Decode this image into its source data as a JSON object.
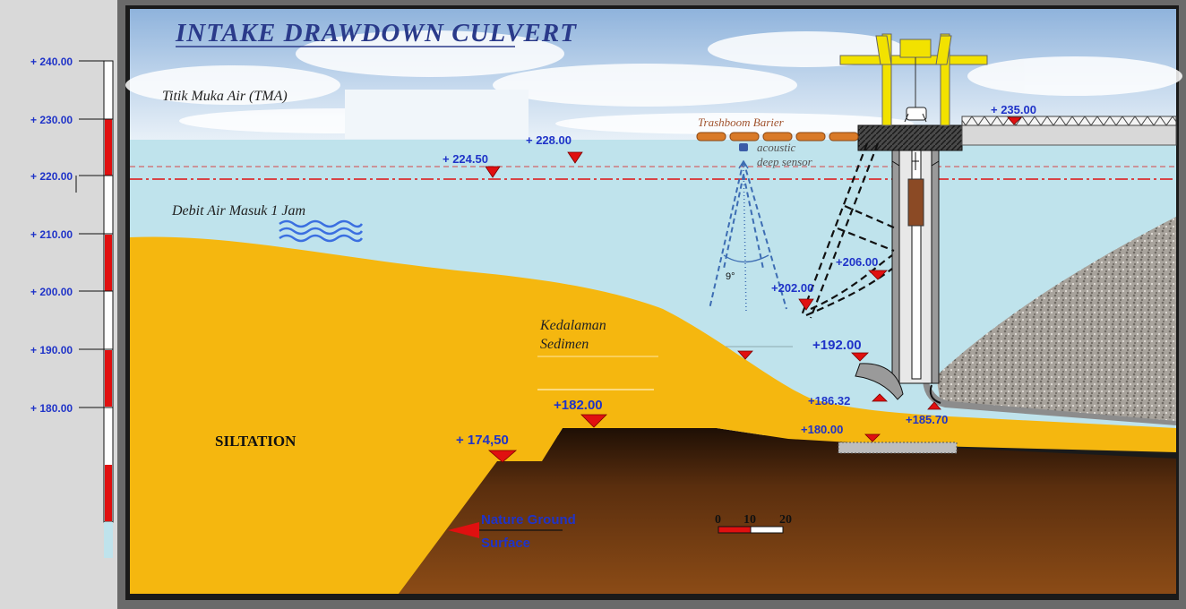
{
  "title": "INTAKE  DRAWDOWN  CULVERT",
  "scale_ruler": {
    "ticks": [
      "+ 240.00",
      "+ 230.00",
      "+ 220.00",
      "+ 210.00",
      "+ 200.00",
      "+ 190.00",
      "+ 180.00"
    ]
  },
  "labels": {
    "tma": "Titik Muka Air (TMA)",
    "debit": "Debit Air Masuk 1 Jam",
    "trashboom": "Trashboom Barier",
    "acoustic_line1": "acoustic",
    "acoustic_line2": "deep sensor",
    "kedalaman_line1": "Kedalaman",
    "kedalaman_line2": "Sedimen",
    "siltation": "SILTATION",
    "nature_line1": "Nature Ground",
    "nature_line2": "Surface",
    "angle": "9°"
  },
  "elevations": {
    "e235": "+ 235.00",
    "e228": "+ 228.00",
    "e22450": "+ 224.50",
    "e206": "+206.00",
    "e202": "+202.00",
    "e192": "+192.00",
    "e18632": "+186.32",
    "e18570": "+185.70",
    "e180": "+180.00",
    "e182": "+182.00",
    "e17450": "+ 174,50"
  },
  "map_scale": {
    "n0": "0",
    "n10": "10",
    "n20": "20"
  },
  "colors": {
    "water": "#bfe3ec",
    "sediment": "#f5b70f",
    "ground": "#6a3a12",
    "elevation_text": "#1f33c8",
    "marker": "#e01010",
    "crane": "#f2e200"
  }
}
